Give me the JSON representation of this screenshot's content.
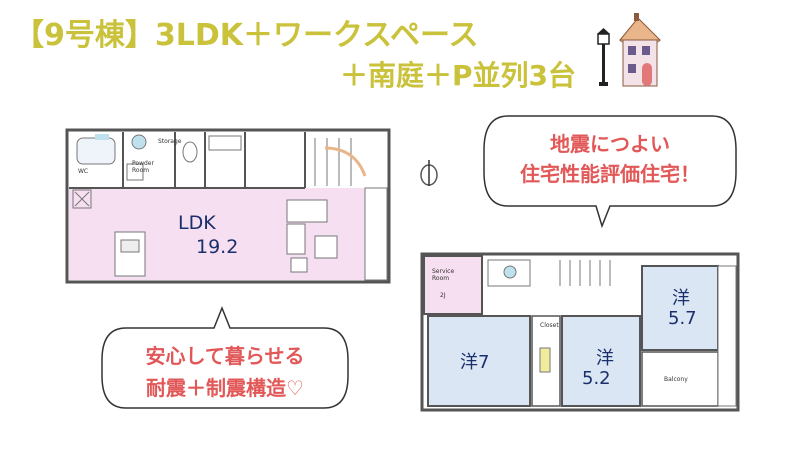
{
  "header": {
    "title_line1": "【9号棟】3LDK＋ワークスペース",
    "title_line2": "＋南庭＋P並列3台"
  },
  "bubbles": {
    "top_right": {
      "line1": "地震につよい",
      "line2": "住宅性能評価住宅！"
    },
    "bottom_left": {
      "line1": "安心して暮らせる",
      "line2": "耐震＋制震構造♡"
    }
  },
  "floor1": {
    "ldk_label": "LDK",
    "ldk_size": "19.2",
    "small_labels": {
      "storage": "Storage",
      "powder": "Powder\nRoom",
      "wc": "WC"
    }
  },
  "floor2": {
    "service_room_label": "Service\nRoom",
    "service_room_size": "2J",
    "room_a_label": "洋7",
    "room_b_label": "洋",
    "room_b_size": "5.2",
    "room_c_label": "洋",
    "room_c_size": "5.7",
    "closet_label": "Closet",
    "balcony_label": "Balcony"
  },
  "colors": {
    "title": "#c9c23a",
    "bubble_text": "#e25757",
    "ldk_fill": "#f6dff0",
    "bedroom_fill": "#dbe6f4",
    "room_text": "#1a2f6b"
  },
  "icons": [
    "house-illustration-icon",
    "street-lamp-icon",
    "compass-north-icon"
  ]
}
